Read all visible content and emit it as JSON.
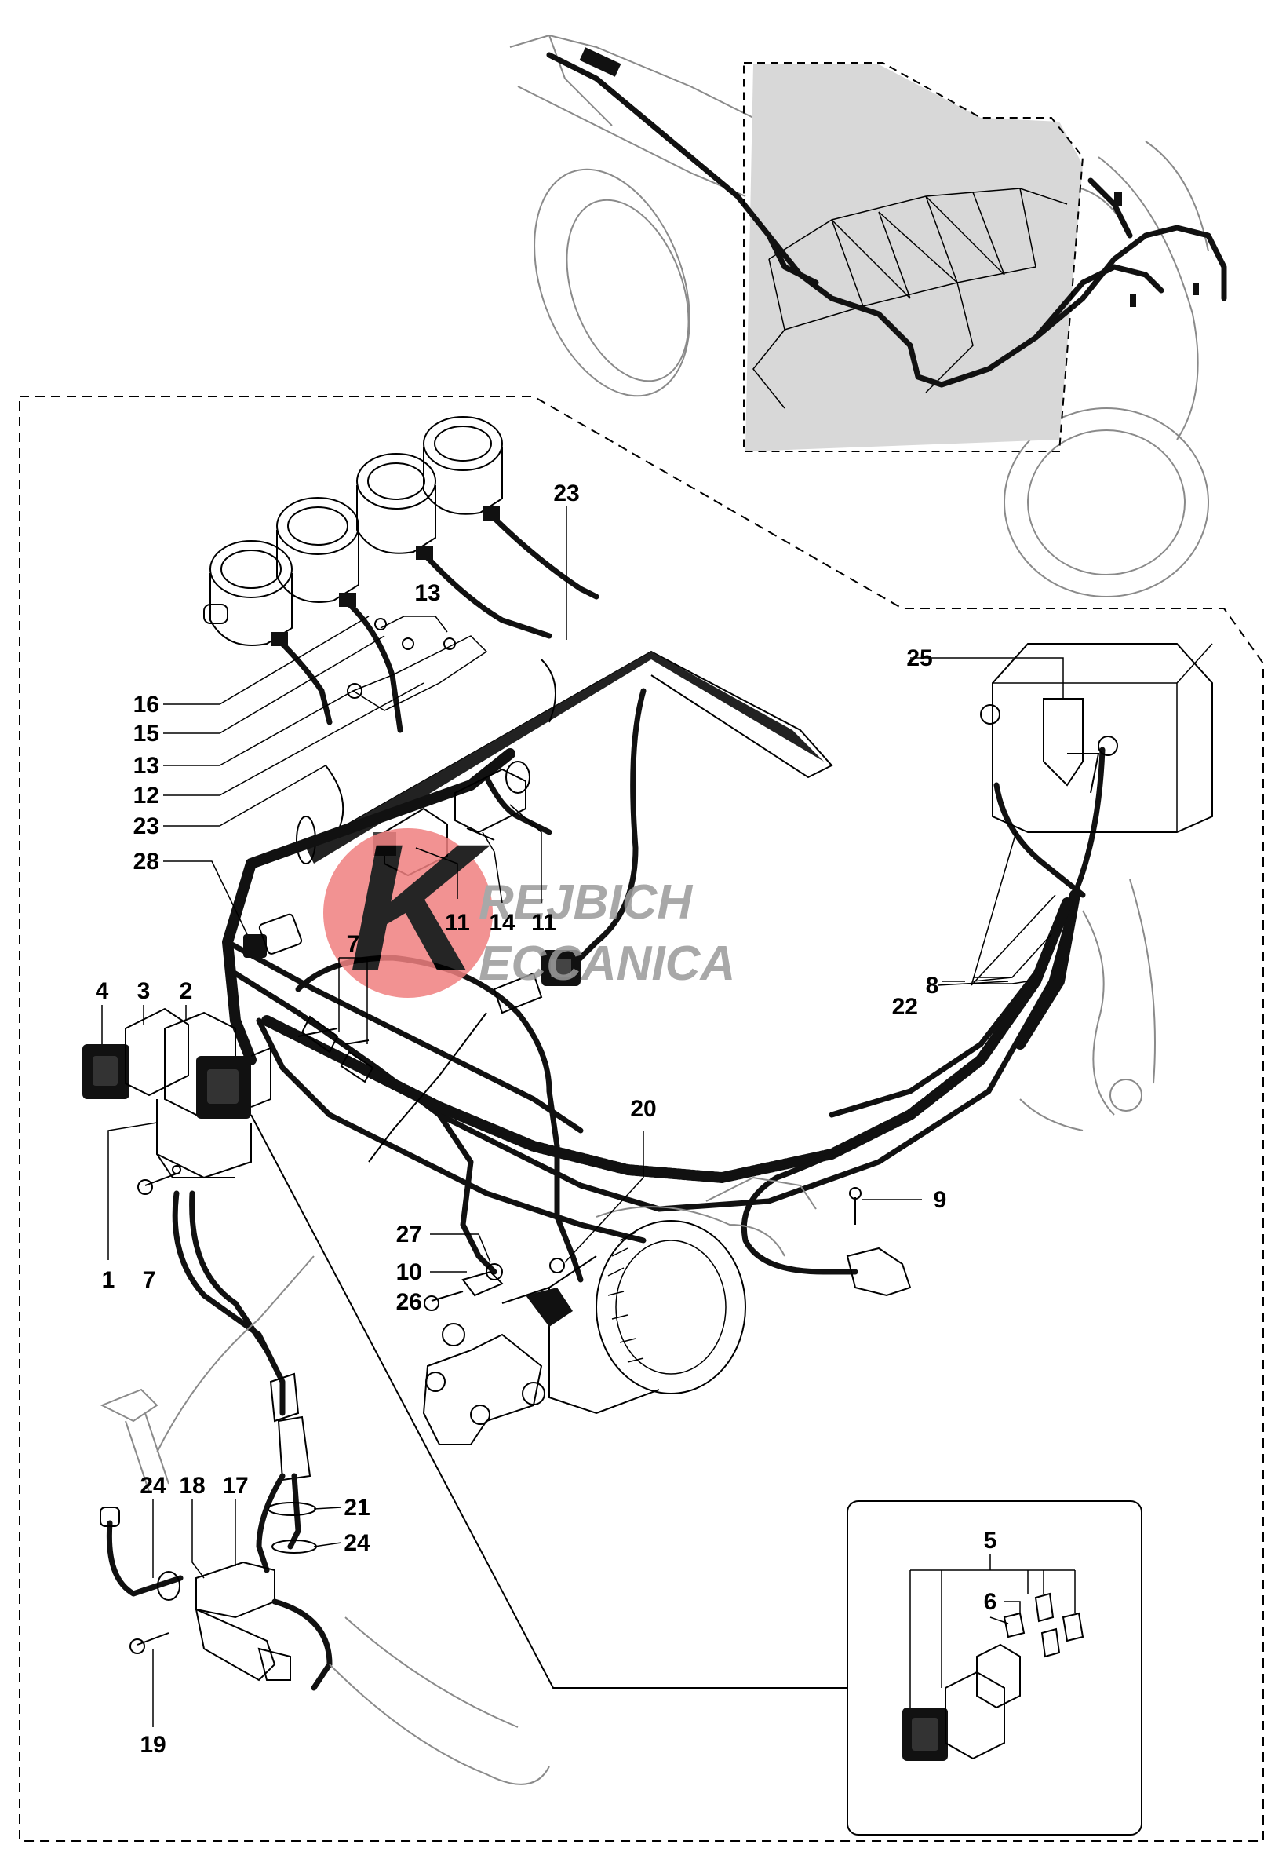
{
  "watermark": {
    "line1": "REJBICH",
    "line2": "ECCANICA",
    "initial": "K",
    "colors": {
      "circle": "#f08080",
      "text": "#9a9a9a"
    }
  },
  "callouts": [
    "23",
    "13",
    "16",
    "15",
    "13",
    "12",
    "23",
    "28",
    "11",
    "14",
    "11",
    "4",
    "3",
    "2",
    "7",
    "8",
    "22",
    "25",
    "20",
    "27",
    "10",
    "26",
    "9",
    "1",
    "7",
    "24",
    "18",
    "17",
    "21",
    "24",
    "19",
    "5",
    "6"
  ]
}
